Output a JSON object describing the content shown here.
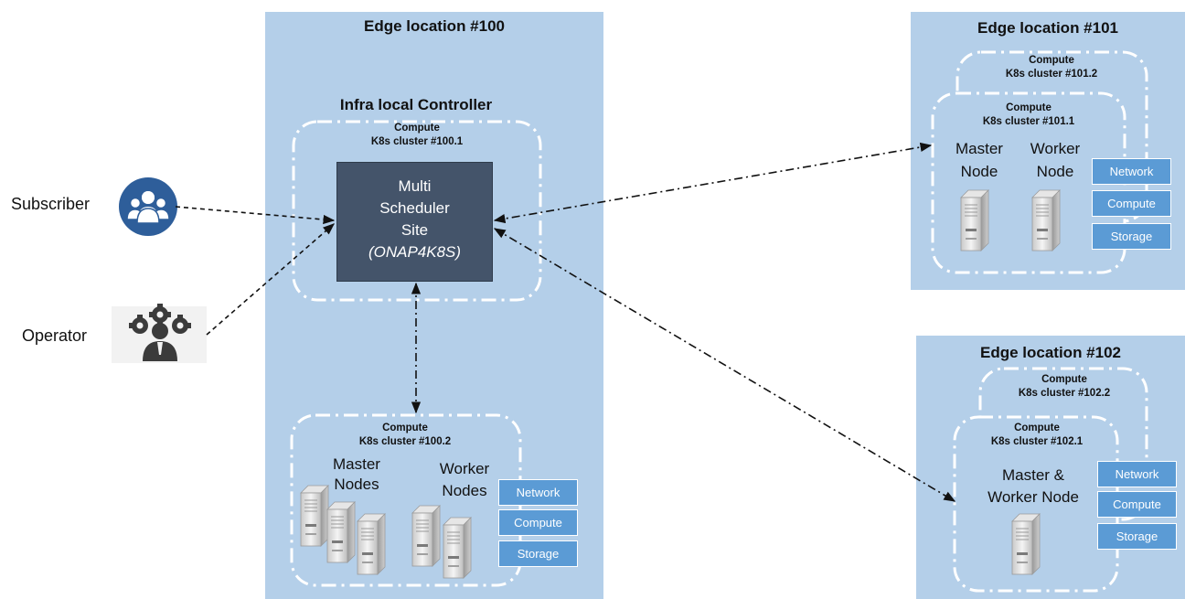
{
  "actors": {
    "subscriber_label": "Subscriber",
    "operator_label": "Operator"
  },
  "edge100": {
    "title": "Edge location #100",
    "controller_title": "Infra local Controller",
    "cluster1": {
      "line1": "Compute",
      "line2": "K8s cluster #100.1"
    },
    "scheduler": {
      "line1": "Multi",
      "line2": "Scheduler",
      "line3": "Site",
      "line4": "(ONAP4K8S)"
    },
    "cluster2": {
      "line1": "Compute",
      "line2": "K8s cluster #100.2"
    },
    "master_label_1": "Master",
    "master_label_2": "Nodes",
    "worker_label_1": "Worker",
    "worker_label_2": "Nodes",
    "resources": [
      "Network",
      "Compute",
      "Storage"
    ]
  },
  "edge101": {
    "title": "Edge location #101",
    "cluster_back": {
      "line1": "Compute",
      "line2": "K8s cluster #101.2"
    },
    "cluster_front": {
      "line1": "Compute",
      "line2": "K8s cluster #101.1"
    },
    "master_label_1": "Master",
    "master_label_2": "Node",
    "worker_label_1": "Worker",
    "worker_label_2": "Node",
    "resources": [
      "Network",
      "Compute",
      "Storage"
    ]
  },
  "edge102": {
    "title": "Edge location #102",
    "cluster_back": {
      "line1": "Compute",
      "line2": "K8s cluster #102.2"
    },
    "cluster_front": {
      "line1": "Compute",
      "line2": "K8s cluster #102.1"
    },
    "node_label_1": "Master &",
    "node_label_2": "Worker Node",
    "resources": [
      "Network",
      "Compute",
      "Storage"
    ]
  },
  "colors": {
    "panel": "#b4cfe9",
    "scheduler_box": "#44546a",
    "resource_box": "#5b9bd5",
    "actor_icon": "#2e5e9a"
  },
  "icons": [
    "people-group-icon",
    "operator-gears-icon",
    "server-tower-icon"
  ]
}
